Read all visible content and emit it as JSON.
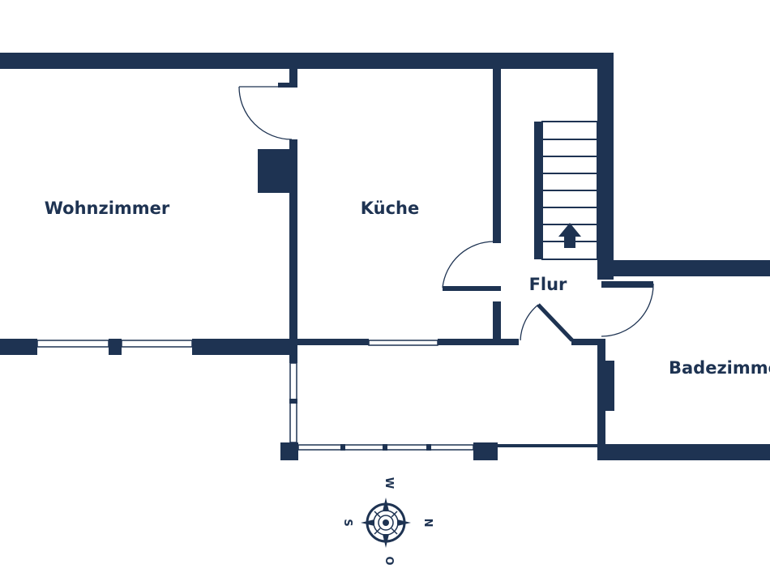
{
  "rooms": {
    "wohnzimmer": "Wohnzimmer",
    "kueche": "Küche",
    "flur": "Flur",
    "badezimmer": "Badezimmer"
  },
  "compass": {
    "north": "N",
    "south": "S",
    "west": "W",
    "east": "O"
  },
  "colors": {
    "wall": "#1e3352",
    "background": "#ffffff"
  },
  "stairs": {
    "direction": "up"
  }
}
